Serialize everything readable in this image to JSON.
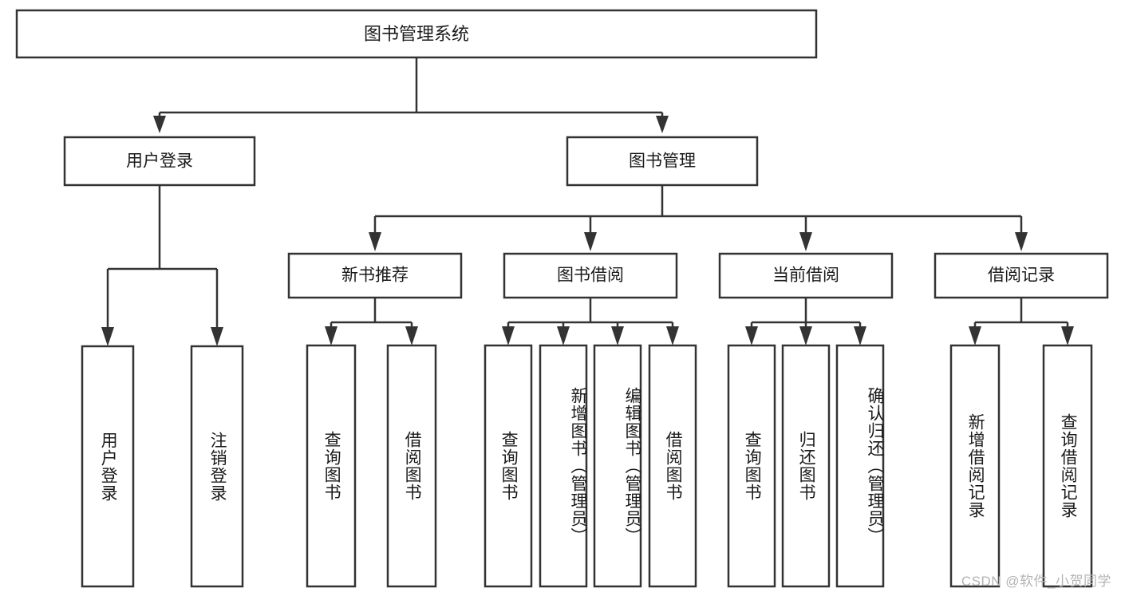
{
  "diagram": {
    "title": "图书管理系统",
    "type": "tree-hierarchy",
    "watermark": "CSDN @软件_小贺同学",
    "colors": {
      "box_stroke": "#333333",
      "box_fill": "#ffffff",
      "text": "#1a1a1a",
      "background": "#ffffff",
      "watermark": "#b4b4b4"
    },
    "root": {
      "label": "图书管理系统"
    },
    "level2": [
      {
        "label": "用户登录"
      },
      {
        "label": "图书管理"
      }
    ],
    "level3": [
      {
        "label": "新书推荐"
      },
      {
        "label": "图书借阅"
      },
      {
        "label": "当前借阅"
      },
      {
        "label": "借阅记录"
      }
    ],
    "leaves": {
      "user_login": [
        {
          "label": "用户登录"
        },
        {
          "label": "注销登录"
        }
      ],
      "new_book_recommend": [
        {
          "label": "查询图书"
        },
        {
          "label": "借阅图书"
        }
      ],
      "book_borrow": [
        {
          "label": "查询图书"
        },
        {
          "label": "新增图书（管理员）"
        },
        {
          "label": "编辑图书（管理员）"
        },
        {
          "label": "借阅图书"
        }
      ],
      "current_borrow": [
        {
          "label": "查询图书"
        },
        {
          "label": "归还图书"
        },
        {
          "label": "确认归还（管理员）"
        }
      ],
      "borrow_record": [
        {
          "label": "新增借阅记录"
        },
        {
          "label": "查询借阅记录"
        }
      ]
    }
  }
}
